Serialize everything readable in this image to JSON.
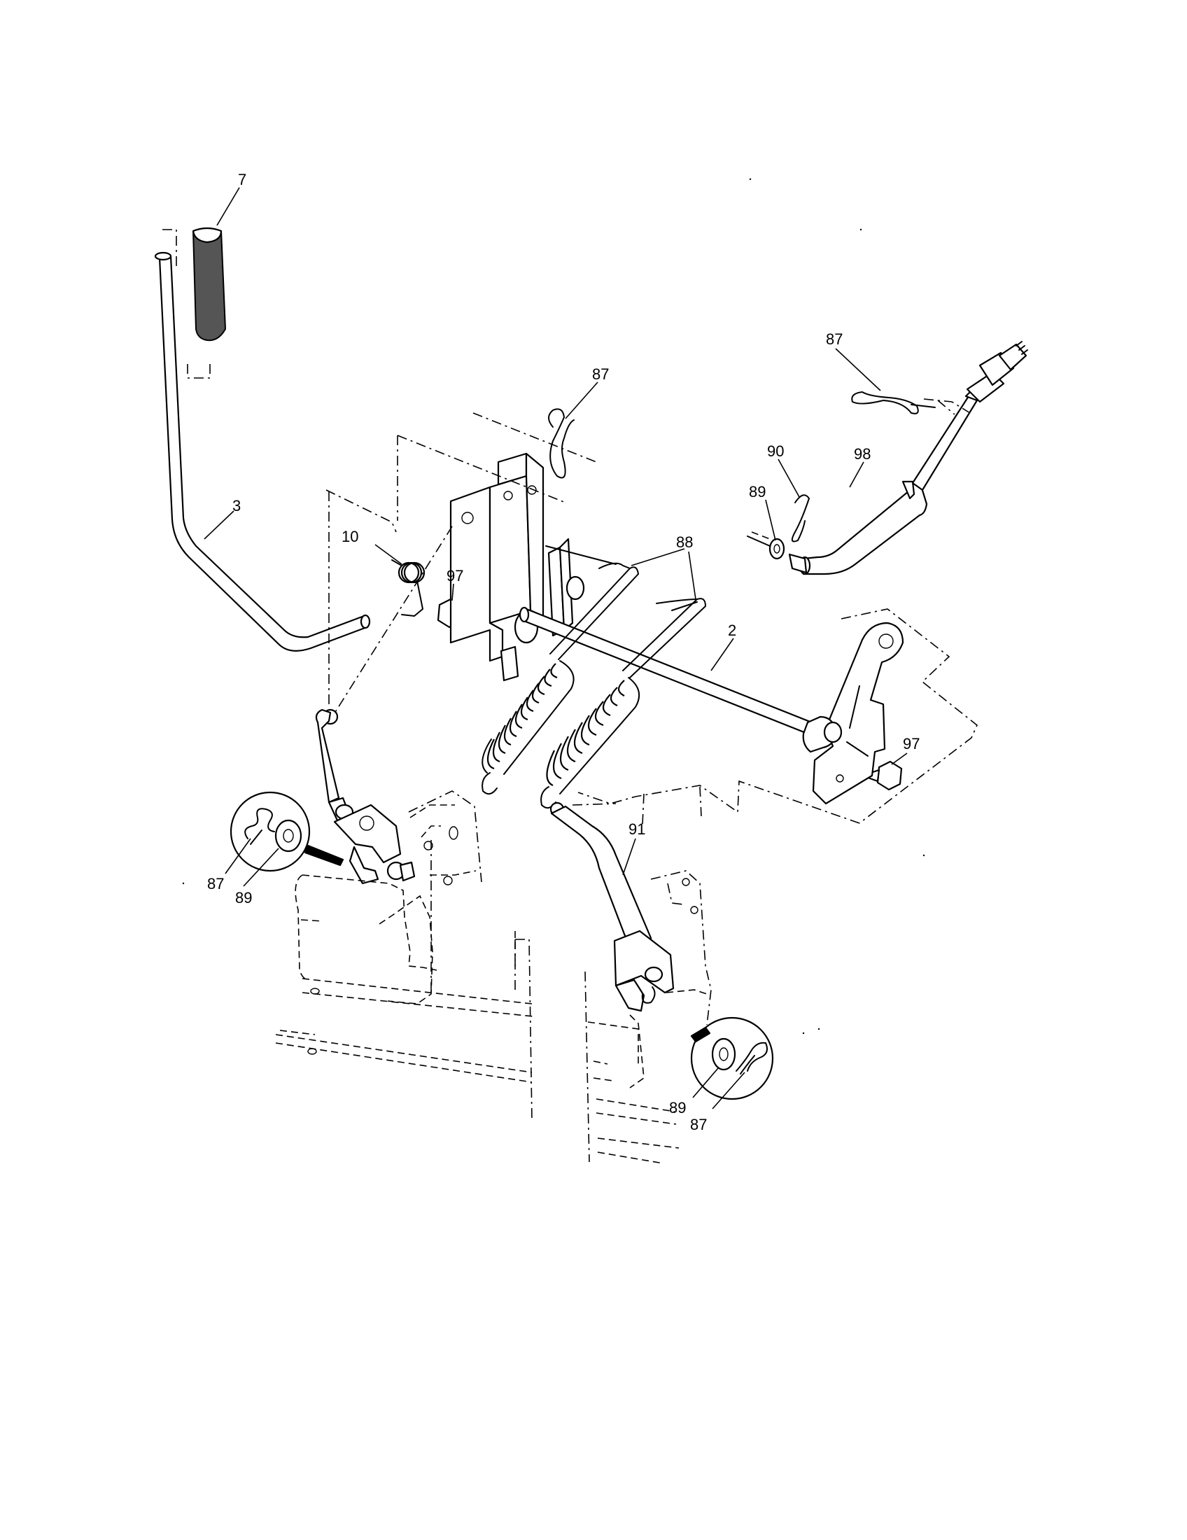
{
  "figure": {
    "kind": "exploded parts diagram",
    "callouts": [
      {
        "id": "c-7",
        "text": "7"
      },
      {
        "id": "c-3",
        "text": "3"
      },
      {
        "id": "c-10",
        "text": "10"
      },
      {
        "id": "c-97a",
        "text": "97"
      },
      {
        "id": "c-87a",
        "text": "87"
      },
      {
        "id": "c-88",
        "text": "88"
      },
      {
        "id": "c-2",
        "text": "2"
      },
      {
        "id": "c-87b",
        "text": "87"
      },
      {
        "id": "c-90",
        "text": "90"
      },
      {
        "id": "c-98",
        "text": "98"
      },
      {
        "id": "c-89a",
        "text": "89"
      },
      {
        "id": "c-97b",
        "text": "97"
      },
      {
        "id": "c-87c",
        "text": "87"
      },
      {
        "id": "c-89b",
        "text": "89"
      },
      {
        "id": "c-91",
        "text": "91"
      },
      {
        "id": "c-89c",
        "text": "89"
      },
      {
        "id": "c-87d",
        "text": "87"
      }
    ]
  }
}
